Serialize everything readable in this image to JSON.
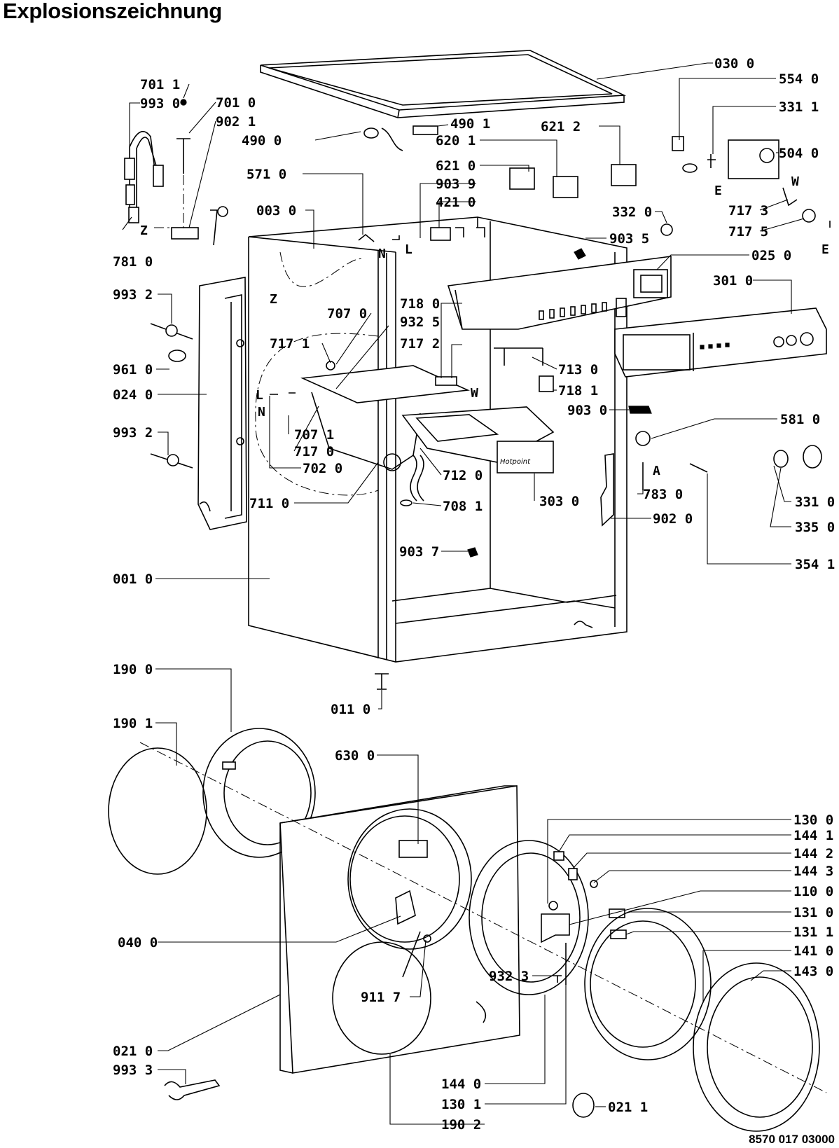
{
  "title": "Explosionszeichnung",
  "drawing_code": "8570 017 03000",
  "parts": [
    {
      "code": "030 0"
    },
    {
      "code": "554 0"
    },
    {
      "code": "331 1"
    },
    {
      "code": "504 0"
    },
    {
      "code": "701 1"
    },
    {
      "code": "993 0"
    },
    {
      "code": "701 0"
    },
    {
      "code": "902 1"
    },
    {
      "code": "490 0"
    },
    {
      "code": "490 1"
    },
    {
      "code": "620 1"
    },
    {
      "code": "621 2"
    },
    {
      "code": "621 0"
    },
    {
      "code": "571 0"
    },
    {
      "code": "903 9"
    },
    {
      "code": "421 0"
    },
    {
      "code": "003 0"
    },
    {
      "code": "332 0"
    },
    {
      "code": "717 3"
    },
    {
      "code": "717 5"
    },
    {
      "code": "903 5"
    },
    {
      "code": "025 0"
    },
    {
      "code": "781 0"
    },
    {
      "code": "993 2"
    },
    {
      "code": "707 0"
    },
    {
      "code": "718 0"
    },
    {
      "code": "301 0"
    },
    {
      "code": "932 5"
    },
    {
      "code": "717 1"
    },
    {
      "code": "717 2"
    },
    {
      "code": "961 0"
    },
    {
      "code": "713 0"
    },
    {
      "code": "024 0"
    },
    {
      "code": "718 1"
    },
    {
      "code": "903 0"
    },
    {
      "code": "993 2"
    },
    {
      "code": "707 1"
    },
    {
      "code": "717 0"
    },
    {
      "code": "581 0"
    },
    {
      "code": "702 0"
    },
    {
      "code": "712 0"
    },
    {
      "code": "783 0"
    },
    {
      "code": "331 0"
    },
    {
      "code": "711 0"
    },
    {
      "code": "708 1"
    },
    {
      "code": "303 0"
    },
    {
      "code": "902 0"
    },
    {
      "code": "335 0"
    },
    {
      "code": "903 7"
    },
    {
      "code": "354 1"
    },
    {
      "code": "001 0"
    },
    {
      "code": "190 0"
    },
    {
      "code": "011 0"
    },
    {
      "code": "190 1"
    },
    {
      "code": "630 0"
    },
    {
      "code": "130 0"
    },
    {
      "code": "144 1"
    },
    {
      "code": "144 2"
    },
    {
      "code": "144 3"
    },
    {
      "code": "110 0"
    },
    {
      "code": "131 0"
    },
    {
      "code": "040 0"
    },
    {
      "code": "131 1"
    },
    {
      "code": "141 0"
    },
    {
      "code": "143 0"
    },
    {
      "code": "932 3"
    },
    {
      "code": "911 7"
    },
    {
      "code": "021 0"
    },
    {
      "code": "993 3"
    },
    {
      "code": "144 0"
    },
    {
      "code": "130 1"
    },
    {
      "code": "021 1"
    },
    {
      "code": "190 2"
    }
  ],
  "markers": [
    "Z",
    "Z",
    "N",
    "L",
    "L",
    "N",
    "W",
    "E",
    "E",
    "W",
    "A"
  ]
}
